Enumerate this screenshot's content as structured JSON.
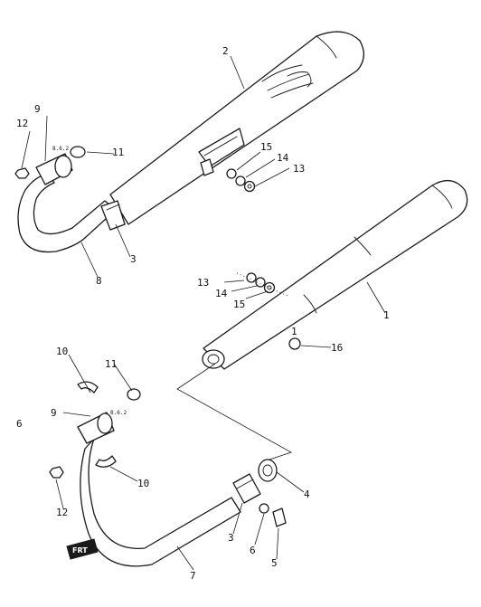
{
  "callouts": {
    "c1": "1",
    "c2": "2",
    "c3a": "3",
    "c3b": "3",
    "c4": "4",
    "c5": "5",
    "c6": "6",
    "c7": "7",
    "c8": "8",
    "c9a": "9",
    "c9b": "9",
    "c10a": "10",
    "c10b": "10",
    "c11a": "11",
    "c11b": "11",
    "c12a": "12",
    "c12b": "12",
    "c13a": "13",
    "c13b": "13",
    "c14a": "14",
    "c14b": "14",
    "c15a": "15",
    "c15b": "15",
    "c16": "16",
    "c_mark": "1",
    "c_side": "6",
    "bolt_note_a": "8.6.2",
    "bolt_note_b": "8.6.2"
  },
  "front_mark": "FRT"
}
